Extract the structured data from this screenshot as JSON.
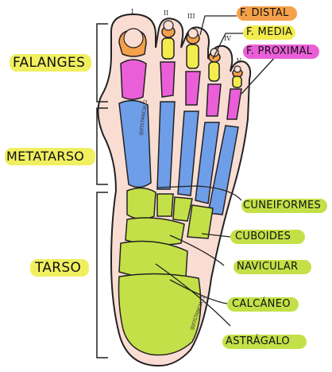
{
  "groups": {
    "falanges": "FALANGES",
    "metatarso": "METATARSO",
    "tarso": "TARSO"
  },
  "phalanges": {
    "distal": "F. DISTAL",
    "media": "F. MEDIA",
    "proximal": "F. PROXIMAL"
  },
  "tarsals": {
    "cuneiformes": "CUNEIFORMES",
    "cuboides": "CUBOIDES",
    "navicular": "NAVICULAR",
    "calcaneo": "CALCÁNEO",
    "astragalo": "ASTRÁGALO"
  },
  "toe_numbers": [
    "I",
    "II",
    "III",
    "IV",
    "V"
  ],
  "credits": {
    "metatarsal_note": "@JOSTANCIA12",
    "bottom_note": "@JOSTANCIA12"
  },
  "colors": {
    "distal": "#f5a04a",
    "media": "#f2ec4e",
    "proximal": "#ea5fd8",
    "metatarso": "#6f9ee8",
    "tarso": "#c4e048",
    "skin": "#f9ddd3",
    "label_highlight": "#f0ef60"
  }
}
